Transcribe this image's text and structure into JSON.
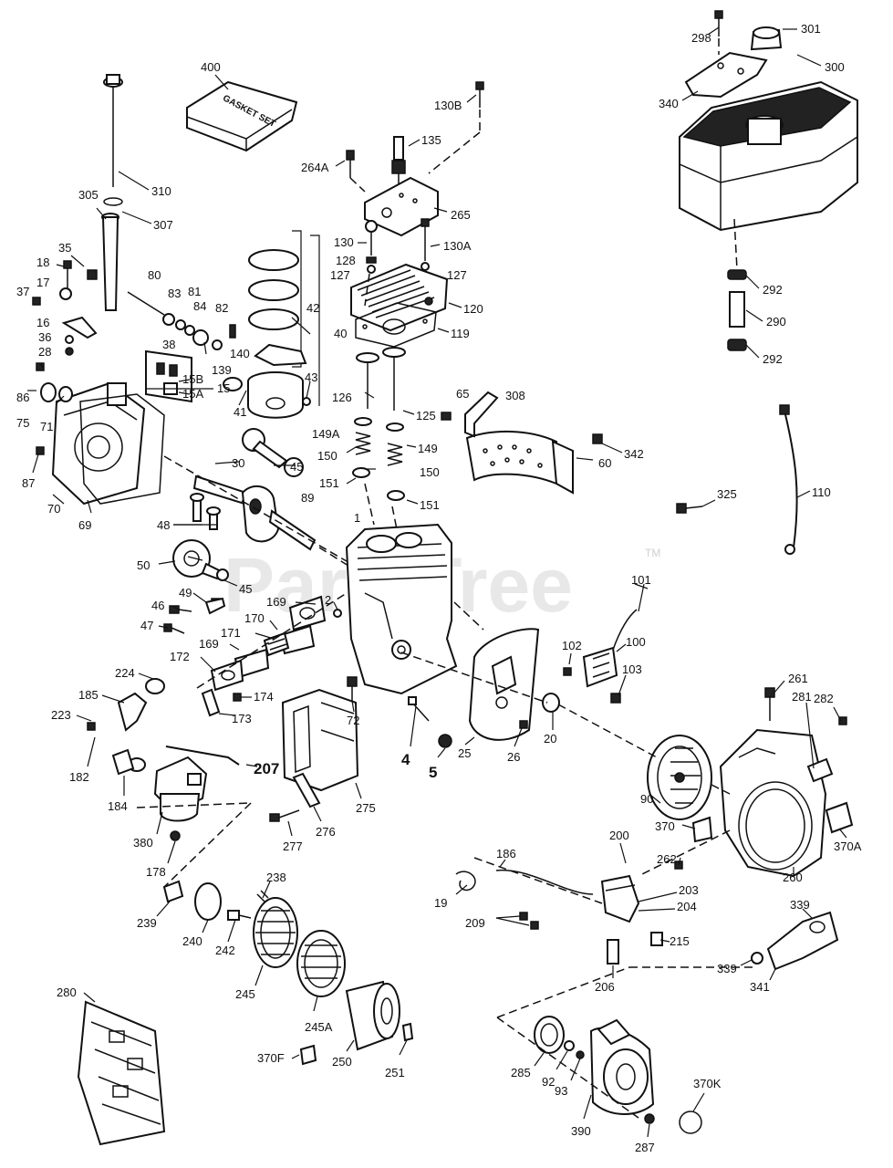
{
  "watermark": {
    "text": "PartsTree",
    "tm": "TM"
  },
  "kit_label": "GASKET SET",
  "labels": {
    "l298": "298",
    "l301": "301",
    "l300": "300",
    "l340": "340",
    "l400": "400",
    "l130B": "130B",
    "l135": "135",
    "l264A": "264A",
    "l265": "265",
    "l130": "130",
    "l130A": "130A",
    "l128": "128",
    "l127a": "127",
    "l127b": "127",
    "l120": "120",
    "l119": "119",
    "l292a": "292",
    "l290": "290",
    "l292b": "292",
    "l310": "310",
    "l305": "305",
    "l307": "307",
    "l35": "35",
    "l18": "18",
    "l17": "17",
    "l37": "37",
    "l16": "16",
    "l36": "36",
    "l28": "28",
    "l80": "80",
    "l83": "83",
    "l81": "81",
    "l84": "84",
    "l82": "82",
    "l42": "42",
    "l40": "40",
    "l140": "140",
    "l139": "139",
    "l38": "38",
    "l15B": "15B",
    "l15A": "15A",
    "l15": "15",
    "l86": "86",
    "l75": "75",
    "l71": "71",
    "l87": "87",
    "l70": "70",
    "l69": "69",
    "l43": "43",
    "l41": "41",
    "l126": "126",
    "l125": "125",
    "l65": "65",
    "l308": "308",
    "l149A": "149A",
    "l149": "149",
    "l150a": "150",
    "l150b": "150",
    "l151a": "151",
    "l151b": "151",
    "l342": "342",
    "l60": "60",
    "l30": "30",
    "l45a": "45",
    "l89": "89",
    "l48": "48",
    "l1": "1",
    "l325": "325",
    "l110": "110",
    "l50": "50",
    "l45b": "45",
    "l49": "49",
    "l46": "46",
    "l47": "47",
    "l169a": "169",
    "l2": "2",
    "l170": "170",
    "l171": "171",
    "l169b": "169",
    "l172": "172",
    "l101": "101",
    "l102": "102",
    "l100": "100",
    "l103": "103",
    "l224": "224",
    "l185": "185",
    "l223": "223",
    "l174": "174",
    "l173": "173",
    "l72": "72",
    "l261": "261",
    "l281": "281",
    "l282": "282",
    "l4": "4",
    "l5": "5",
    "l25": "25",
    "l26": "26",
    "l20": "20",
    "l207": "207",
    "l182": "182",
    "l184": "184",
    "l275": "275",
    "l90": "90",
    "l276": "276",
    "l277": "277",
    "l380": "380",
    "l178": "178",
    "l370": "370",
    "l200": "200",
    "l186": "186",
    "l262": "262",
    "l370A": "370A",
    "l260": "260",
    "l238": "238",
    "l19": "19",
    "l203": "203",
    "l204": "204",
    "l339a": "339",
    "l239": "239",
    "l209": "209",
    "l215": "215",
    "l240": "240",
    "l242": "242",
    "l339b": "339",
    "l206": "206",
    "l341": "341",
    "l245": "245",
    "l280": "280",
    "l245A": "245A",
    "l370F": "370F",
    "l250": "250",
    "l251": "251",
    "l285": "285",
    "l92": "92",
    "l93": "93",
    "l370K": "370K",
    "l390": "390",
    "l287": "287"
  }
}
